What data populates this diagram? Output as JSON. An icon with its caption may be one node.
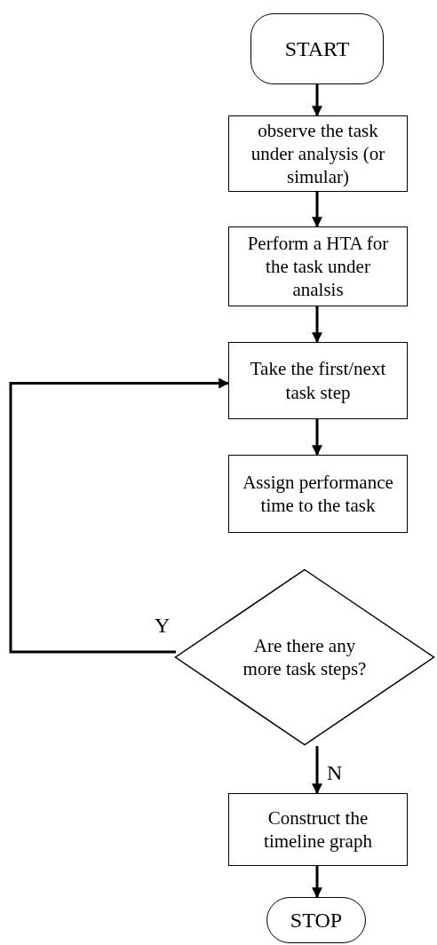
{
  "diagram": {
    "nodes": [
      {
        "text": [
          "START"
        ]
      },
      {
        "text": [
          "observe the task under analysis (or simular)"
        ]
      },
      {
        "text": [
          "Perform a HTA for the task under analsis"
        ]
      },
      {
        "text": [
          "Take the first/next task step"
        ]
      },
      {
        "text": [
          "Assign performance time to the task"
        ]
      },
      {
        "text": [
          "Are there any more task steps?"
        ]
      },
      {
        "text": [
          "Construct the timeline graph"
        ]
      },
      {
        "text": [
          "STOP"
        ]
      }
    ],
    "edges": [
      {
        "from": 0,
        "to": 1,
        "arrow": "to"
      },
      {
        "from": 1,
        "to": 2,
        "arrow": "to"
      },
      {
        "from": 2,
        "to": 3,
        "arrow": "to"
      },
      {
        "from": 3,
        "to": 4,
        "arrow": "to"
      },
      {
        "from": 5,
        "to": 3,
        "arrow": "to",
        "label": "Y"
      },
      {
        "from": 5,
        "to": 6,
        "arrow": "to",
        "label": "N"
      },
      {
        "from": 6,
        "to": 7,
        "arrow": "to"
      }
    ]
  }
}
